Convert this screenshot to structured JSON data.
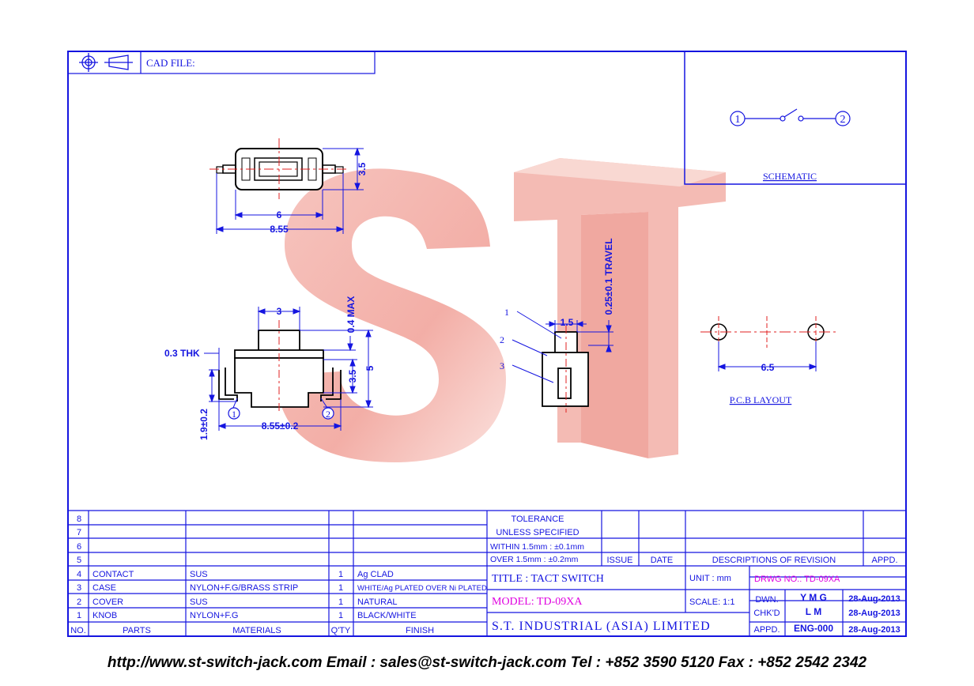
{
  "header": {
    "cad_file_label": "CAD FILE:"
  },
  "schematic": {
    "terminal_1": "1",
    "terminal_2": "2",
    "label": "SCHEMATIC"
  },
  "top_view": {
    "dim_6": "6",
    "dim_855": "8.55",
    "dim_35": "3.5"
  },
  "front_view": {
    "dim_3": "3",
    "dim_04max": "0.4 MAX",
    "dim_03thk": "0.3 THK",
    "dim_5": "5",
    "dim_35": "3.5",
    "dim_19": "1.9±0.2",
    "dim_855": "8.55±0.2",
    "callout_1": "1",
    "callout_2": "2"
  },
  "side_view": {
    "dim_15": "1.5",
    "travel": "0.25±0.1 TRAVEL",
    "callouts": [
      "1",
      "2",
      "3"
    ]
  },
  "pcb_layout": {
    "dim_65": "6.5",
    "label": "P.C.B LAYOUT"
  },
  "watermark": {
    "text": "ST",
    "color": "#f2b0a8"
  },
  "tolerance": {
    "line1": "TOLERANCE",
    "line2": "UNLESS   SPECIFIED",
    "within": "WITHIN  1.5mm : ±0.1mm",
    "over": "OVER    1.5mm : ±0.2mm"
  },
  "revision": {
    "issue": "ISSUE",
    "date": "DATE",
    "descriptions": "DESCRIPTIONS  OF  REVISION",
    "appd": "APPD."
  },
  "bom": {
    "rows": [
      {
        "no": "8",
        "part": "",
        "material": "",
        "qty": "",
        "finish": ""
      },
      {
        "no": "7",
        "part": "",
        "material": "",
        "qty": "",
        "finish": ""
      },
      {
        "no": "6",
        "part": "",
        "material": "",
        "qty": "",
        "finish": ""
      },
      {
        "no": "5",
        "part": "",
        "material": "",
        "qty": "",
        "finish": ""
      },
      {
        "no": "4",
        "part": "CONTACT",
        "material": "SUS",
        "qty": "1",
        "finish": "Ag  CLAD"
      },
      {
        "no": "3",
        "part": "CASE",
        "material": "NYLON+F.G/BRASS  STRIP",
        "qty": "1",
        "finish": "WHITE/Ag  PLATED  OVER  Ni  PLATED"
      },
      {
        "no": "2",
        "part": "COVER",
        "material": "SUS",
        "qty": "1",
        "finish": "NATURAL"
      },
      {
        "no": "1",
        "part": "KNOB",
        "material": "NYLON+F.G",
        "qty": "1",
        "finish": "BLACK/WHITE"
      }
    ],
    "headers": {
      "no": "NO.",
      "part": "PARTS",
      "material": "MATERIALS",
      "qty": "Q'TY",
      "finish": "FINISH"
    }
  },
  "title_block": {
    "title": "TITLE : TACT  SWITCH",
    "model": "MODEL:  TD-09XA",
    "unit": "UNIT :   mm",
    "scale": "SCALE:   1:1",
    "drwg_no": "DRWG  NO.: TD-09XA",
    "company": "S.T.  INDUSTRIAL  (ASIA)  LIMITED",
    "dwn_label": "DWN.",
    "dwn_value": "Y M G",
    "dwn_date": "28-Aug-2013",
    "chkd_label": "CHK'D",
    "chkd_value": "L M",
    "chkd_date": "28-Aug-2013",
    "appd_label": "APPD.",
    "appd_value": "ENG-000",
    "appd_date": "28-Aug-2013"
  },
  "footer": {
    "text": "http://www.st-switch-jack.com  Email : sales@st-switch-jack.com  Tel : +852 3590 5120  Fax : +852 2542 2342"
  }
}
